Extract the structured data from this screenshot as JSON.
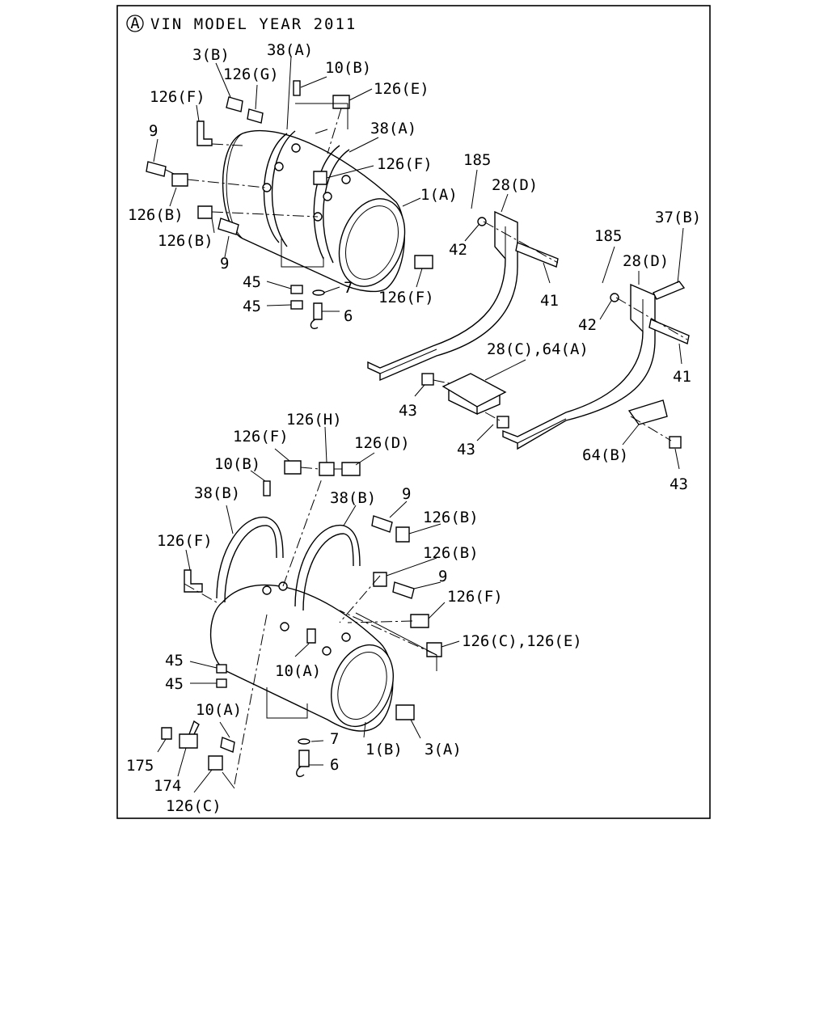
{
  "header": {
    "circle_letter": "A",
    "title": "VIN MODEL YEAR 2011"
  },
  "labels": {
    "top": {
      "p3B": "3(B)",
      "p38A_1": "38(A)",
      "p126G": "126(G)",
      "p10B_1": "10(B)",
      "p126F_1": "126(F)",
      "p126E": "126(E)",
      "p9_1": "9",
      "p38A_2": "38(A)",
      "p126F_2": "126(F)",
      "p1A": "1(A)",
      "p126B_1": "126(B)",
      "p126B_2": "126(B)",
      "p9_2": "9",
      "p45_1": "45",
      "p7_1": "7",
      "p45_2": "45",
      "p6_1": "6",
      "p126F_3": "126(F)"
    },
    "brackets": {
      "p185_1": "185",
      "p28D_1": "28(D)",
      "p42_1": "42",
      "p41_1": "41",
      "p37B": "37(B)",
      "p185_2": "185",
      "p28D_2": "28(D)",
      "p42_2": "42",
      "p41_2": "41",
      "p28C64A": "28(C),64(A)",
      "p43_1": "43",
      "p43_2": "43",
      "p64B": "64(B)",
      "p43_3": "43"
    },
    "bottom": {
      "p126H": "126(H)",
      "p126F_4": "126(F)",
      "p126D": "126(D)",
      "p10B_2": "10(B)",
      "p38B_1": "38(B)",
      "p38B_2": "38(B)",
      "p9_3": "9",
      "p126B_3": "126(B)",
      "p126F_5": "126(F)",
      "p126B_4": "126(B)",
      "p9_4": "9",
      "p126F_6": "126(F)",
      "p126CE": "126(C),126(E)",
      "p45_3": "45",
      "p45_4": "45",
      "p10A_1": "10(A)",
      "p10A_2": "10(A)",
      "p7_2": "7",
      "p175": "175",
      "p1B": "1(B)",
      "p3A": "3(A)",
      "p6_2": "6",
      "p174": "174",
      "p126C": "126(C)"
    }
  }
}
